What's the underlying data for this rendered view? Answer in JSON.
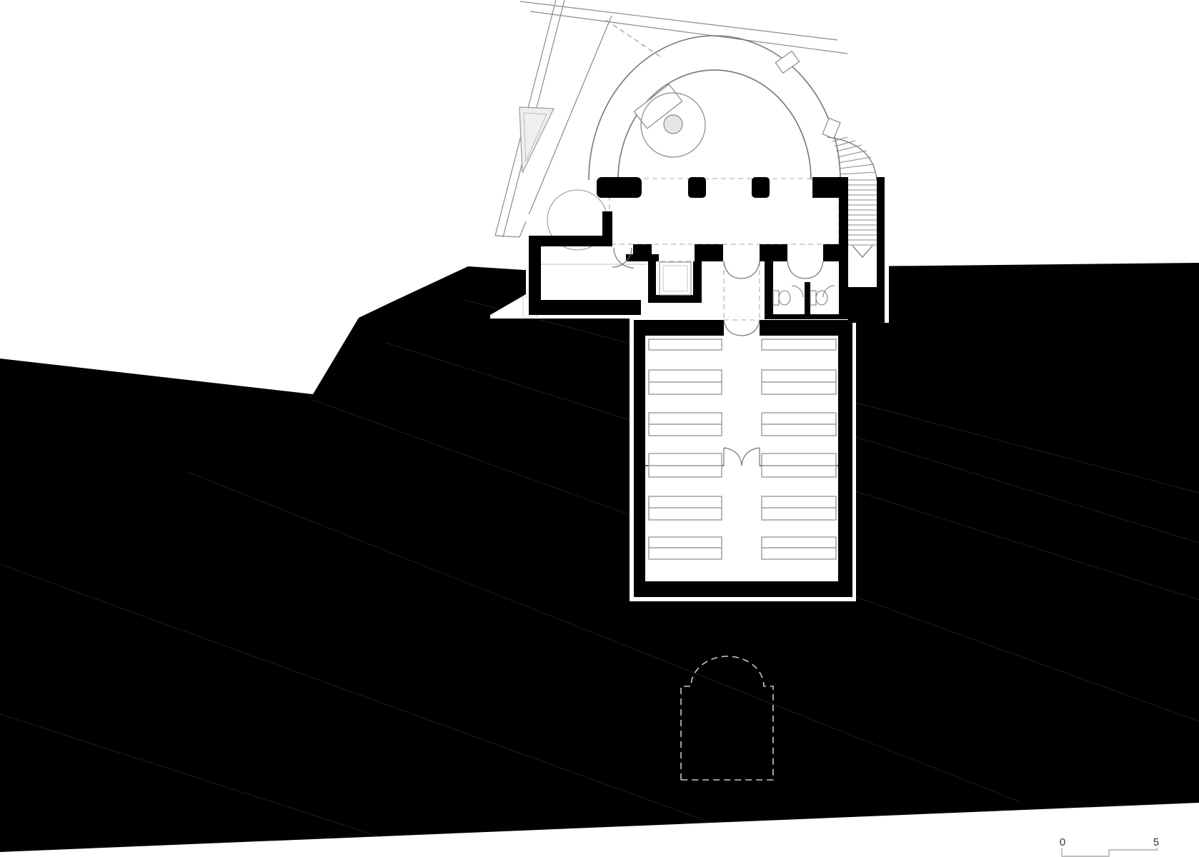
{
  "drawing": {
    "kind": "architectural floor plan, chapel cut into hillside, black poche site",
    "scale_bar": {
      "start_label": "0",
      "end_label": "5"
    },
    "colors": {
      "poche": "#000000",
      "paper": "#ffffff",
      "outline": "#777777",
      "light_line": "#999999",
      "ghost_dash": "#aaaaaa",
      "niche_dash": "#c8c8c8",
      "terrain_streak": "#161616",
      "label_text": "#333333"
    }
  }
}
